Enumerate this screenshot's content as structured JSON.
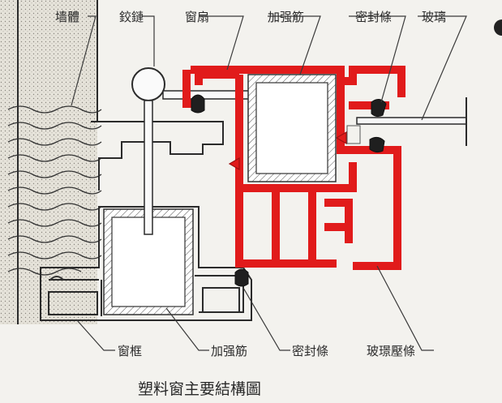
{
  "labels": {
    "wall": "墙體",
    "hinge": "鉸鏈",
    "sash": "窗扇",
    "reinforcement_top": "加强筋",
    "seal_top": "密封條",
    "glass": "玻璃",
    "frame": "窗框",
    "reinforcement_bottom": "加强筋",
    "seal_bottom": "密封條",
    "glazing_bead": "玻璟壓條"
  },
  "caption": "塑料窗主要結構圖",
  "colors": {
    "background": "#f3f2ee",
    "profile_red": "#e11b1b",
    "line": "#2b2b2b",
    "wall_fill": "#e2dfd6"
  }
}
